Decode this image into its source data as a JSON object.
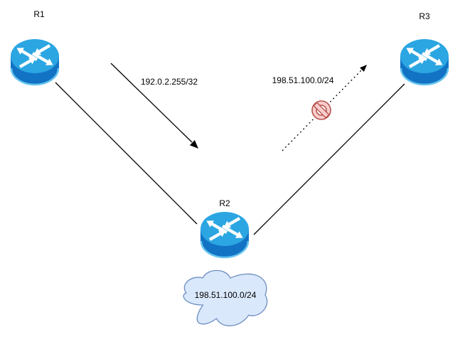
{
  "diagram": {
    "background": "#ffffff",
    "nodes": [
      {
        "id": "r1",
        "label": "R1",
        "type": "router"
      },
      {
        "id": "r2",
        "label": "R2",
        "type": "router"
      },
      {
        "id": "r3",
        "label": "R3",
        "type": "router"
      }
    ],
    "cloud": {
      "label": "198.51.100.0/24"
    },
    "links": [
      {
        "from": "R1",
        "to": "R2",
        "style": "solid"
      },
      {
        "from": "R3",
        "to": "R2",
        "style": "solid"
      }
    ],
    "flows": [
      {
        "label": "192.0.2.255/32",
        "style": "solid-arrow",
        "from": "R1",
        "to": "R2",
        "blocked": false
      },
      {
        "label": "198.51.100.0/24",
        "style": "dashed-arrow",
        "from": "R2",
        "to": "R3",
        "blocked": true
      }
    ],
    "colors": {
      "router_top": "#2ba6e2",
      "router_body": "#1273c4",
      "router_rim": "#65c4ee",
      "router_arrows": "#ffffff",
      "cloud_fill": "#dae8fc",
      "cloud_stroke": "#6c8ebf",
      "prohibited_fill": "#f8cecc",
      "prohibited_stroke": "#b85450",
      "line": "#000000",
      "label": "#000000"
    }
  }
}
